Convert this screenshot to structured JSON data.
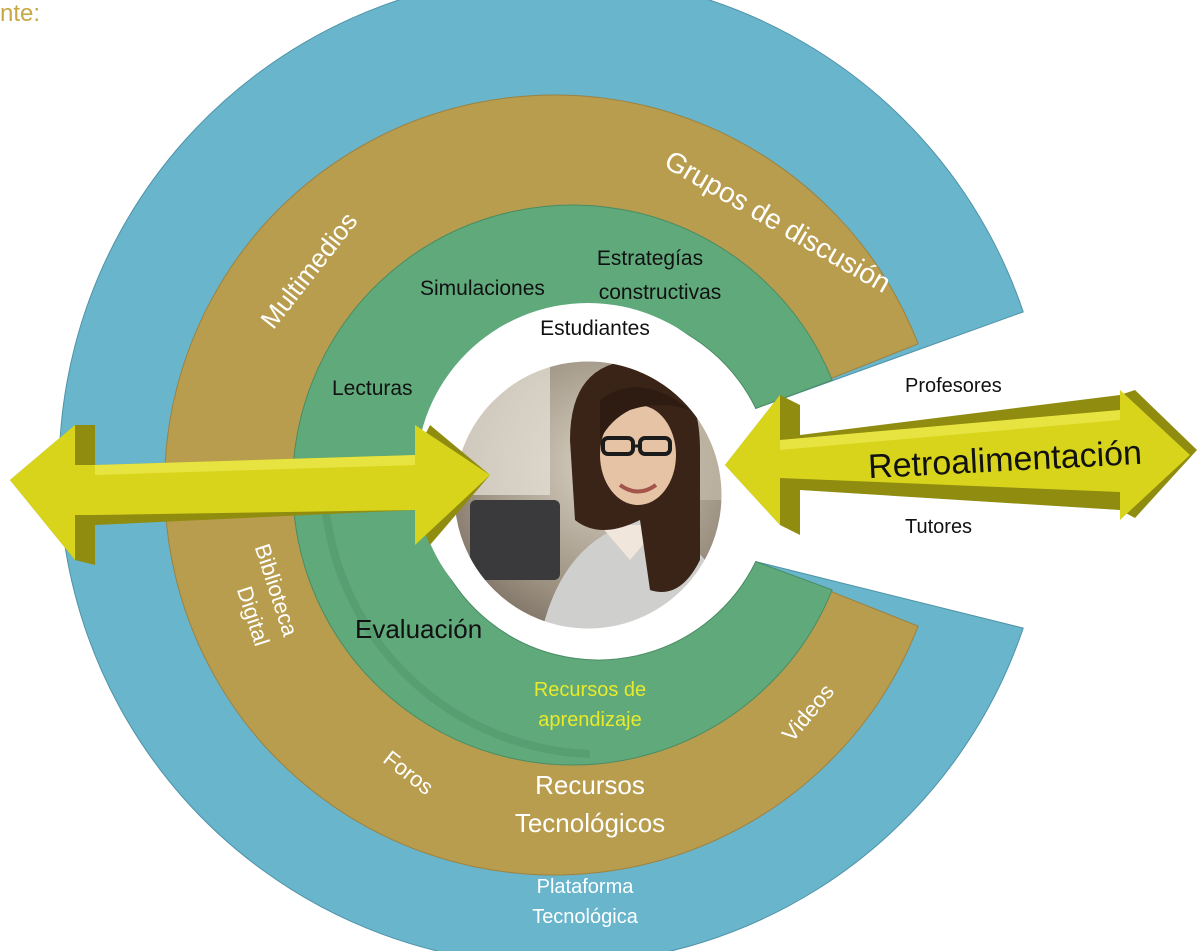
{
  "header_fragment": "nte:",
  "rings": {
    "outer": {
      "color": "#68b5cc",
      "label_line1": "Plataforma",
      "label_line2": "Tecnológica"
    },
    "middle": {
      "color": "#b99d4e",
      "label_line1": "Recursos",
      "label_line2": "Tecnológicos"
    },
    "inner": {
      "color": "#5fa97b",
      "label_line1": "Recursos de",
      "label_line2": "aprendizaje"
    }
  },
  "center": {
    "label": "Estudiantes",
    "photo": "student-photo"
  },
  "outer_ring_items": {
    "multimedios": "Multimedios",
    "grupos": "Grupos de discusión",
    "biblioteca_line1": "Biblioteca",
    "biblioteca_line2": "Digital",
    "foros": "Foros",
    "videos": "Videos"
  },
  "inner_ring_items": {
    "simulaciones": "Simulaciones",
    "estrategias_line1": "Estrategías",
    "estrategias_line2": "constructivas",
    "lecturas": "Lecturas",
    "evaluacion": "Evaluación"
  },
  "right_side": {
    "arrow_label": "Retroalimentación",
    "profesores": "Profesores",
    "tutores": "Tutores"
  },
  "colors": {
    "arrow_yellow": "#d8d41c",
    "arrow_dark": "#8f8c10",
    "text_yellow": "#e8ea2a",
    "header_gold": "#c8a842"
  },
  "icons": {
    "left_arrow": "double-arrow-icon",
    "right_arrow": "double-arrow-icon"
  }
}
